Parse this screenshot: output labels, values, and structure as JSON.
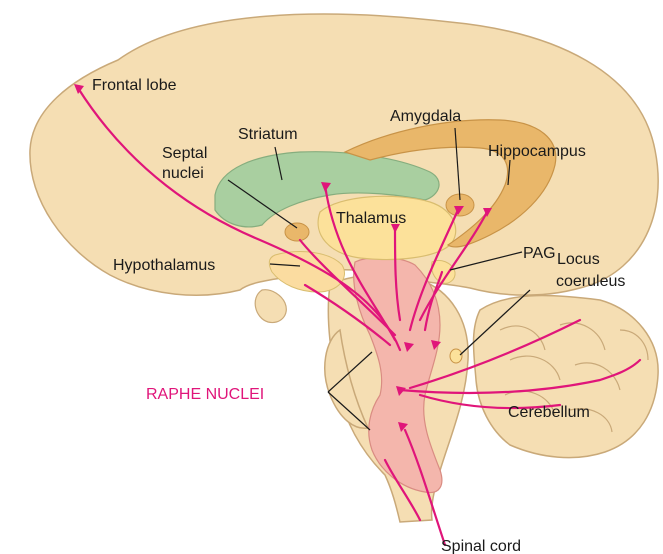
{
  "diagram": {
    "labels": {
      "frontal_lobe": "Frontal lobe",
      "striatum": "Striatum",
      "amygdala": "Amygdala",
      "septal_nuclei_line1": "Septal",
      "septal_nuclei_line2": "nuclei",
      "hippocampus": "Hippocampus",
      "thalamus": "Thalamus",
      "hypothalamus": "Hypothalamus",
      "pag": "PAG",
      "locus_coeruleus_line1": "Locus",
      "locus_coeruleus_line2": "coeruleus",
      "raphe_nuclei": "RAPHE NUCLEI",
      "cerebellum": "Cerebellum",
      "spinal_cord": "Spinal cord"
    },
    "colors": {
      "cortex": "#f5deb3",
      "cortex_outline": "#c9a979",
      "striatum": "#a9cfa0",
      "thalamus": "#fce19a",
      "amygdala_hippocampus": "#e9b76a",
      "hypothalamus": "#fbdca0",
      "brainstem_raphe": "#f4b6ac",
      "fibers": "#e0157a",
      "labels": "#1a1a1a"
    }
  }
}
